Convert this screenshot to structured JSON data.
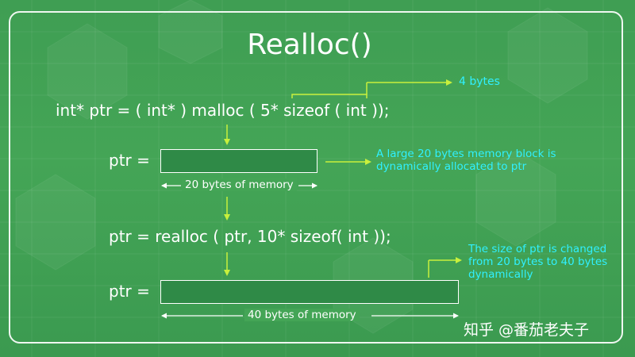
{
  "title": "Realloc()",
  "code": {
    "malloc_line": "int* ptr = ( int* ) malloc ( 5* sizeof ( int ));",
    "ptr_label_1": "ptr =",
    "realloc_line": "ptr = realloc ( ptr, 10* sizeof( int ));",
    "ptr_label_2": "ptr ="
  },
  "annotations": {
    "sizeof_bytes": "4 bytes",
    "malloc_note_line1": "A large 20 bytes memory block is",
    "malloc_note_line2": "dynamically allocated to ptr",
    "realloc_note_line1": "The size of ptr is changed",
    "realloc_note_line2": "from 20 bytes to 40 bytes",
    "realloc_note_line3": "dynamically"
  },
  "memory": {
    "block1_label": "20 bytes of memory",
    "block2_label": "40 bytes of memory"
  },
  "watermark": "知乎 @番茄老夫子",
  "colors": {
    "background": "#44a556",
    "accent_arrow": "#c8f03c",
    "annotation_text": "#30f0ff",
    "block_fill": "#2f8a47"
  }
}
